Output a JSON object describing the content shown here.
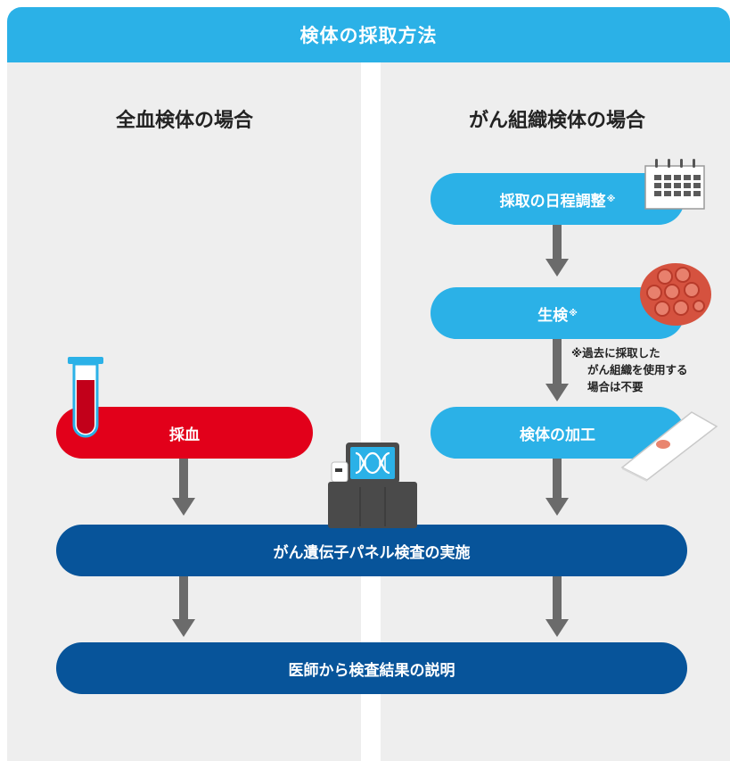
{
  "header": {
    "title": "検体の採取方法"
  },
  "columns": {
    "left": {
      "title": "全血検体の場合"
    },
    "right": {
      "title": "がん組織検体の場合"
    }
  },
  "steps": {
    "schedule": {
      "label": "採取の日程調整",
      "mark": "※"
    },
    "biopsy": {
      "label": "生検",
      "mark": "※"
    },
    "processing": {
      "label": "検体の加工"
    },
    "blood_draw": {
      "label": "採血"
    },
    "panel_test": {
      "label": "がん遺伝子パネル検査の実施"
    },
    "explanation": {
      "label": "医師から検査結果の説明"
    }
  },
  "note": {
    "lines": [
      "※過去に採取した",
      "がん組織を使用する",
      "場合は不要"
    ]
  },
  "colors": {
    "header": "#2bb1e7",
    "light_blue": "#2bb1e7",
    "dark_blue": "#07549a",
    "red": "#e2001a",
    "arrow_gray": "#6b6b6b",
    "background": "#eeeeee"
  },
  "icons": {
    "calendar": "calendar-icon",
    "cells": "cell-cluster-icon",
    "slide": "glass-slide-icon",
    "tube": "blood-test-tube-icon",
    "sequencer": "dna-sequencer-icon"
  }
}
